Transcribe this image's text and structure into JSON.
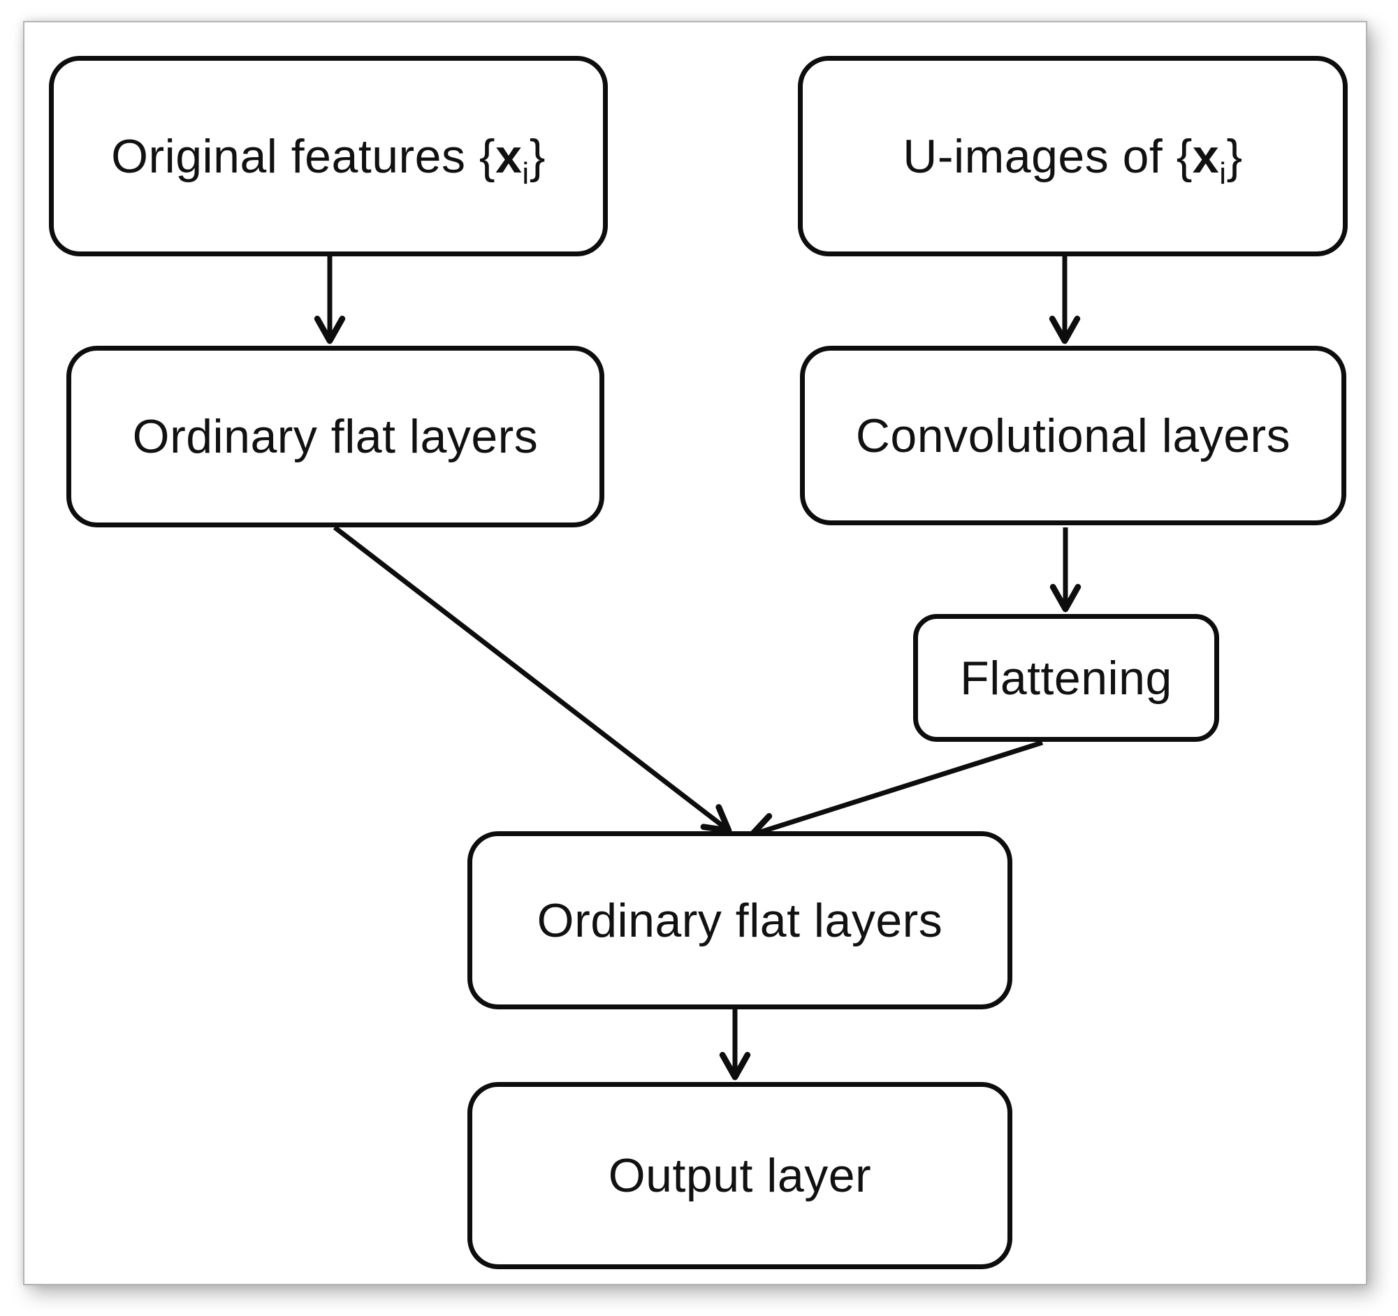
{
  "colors": {
    "c-box-border": "#0d0d0d",
    "c-box-fill": "#ffffff",
    "c-arrow": "#0d0d0d",
    "c-text": "#111111",
    "c-page-border": "#b3b3b3",
    "c-page-bg": "#ffffff"
  },
  "nodes": {
    "original_features": {
      "prefix": "Original features {",
      "var": "x",
      "sub": "i",
      "suffix": "}"
    },
    "u_images": {
      "prefix": "U-images of {",
      "var": "x",
      "sub": "i",
      "suffix": "}"
    },
    "ordinary_flat_top": {
      "label": "Ordinary flat layers"
    },
    "conv_layers": {
      "label": "Convolutional layers"
    },
    "flattening": {
      "label": "Flattening"
    },
    "ordinary_flat_mid": {
      "label": "Ordinary flat layers"
    },
    "output_layer": {
      "label": "Output layer"
    }
  },
  "edges": [
    {
      "from": "original_features",
      "to": "ordinary_flat_top"
    },
    {
      "from": "u_images",
      "to": "conv_layers"
    },
    {
      "from": "conv_layers",
      "to": "flattening"
    },
    {
      "from": "ordinary_flat_top",
      "to": "ordinary_flat_mid"
    },
    {
      "from": "flattening",
      "to": "ordinary_flat_mid"
    },
    {
      "from": "ordinary_flat_mid",
      "to": "output_layer"
    }
  ]
}
